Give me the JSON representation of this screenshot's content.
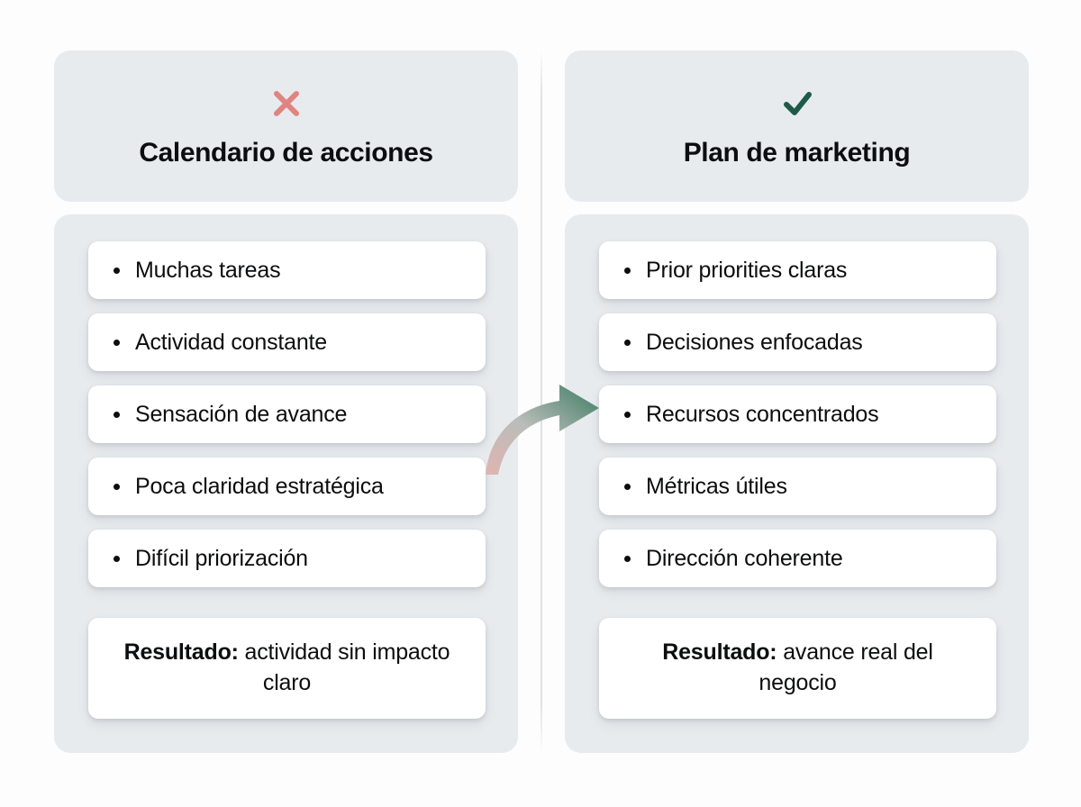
{
  "colors": {
    "page_background": "#fdfdfd",
    "panel_background": "#e7ebee",
    "card_background": "#ffffff",
    "negative_accent": "#e08481",
    "positive_accent": "#1d5b46",
    "divider": "#dee2e6",
    "text": "#0c0d0e"
  },
  "left": {
    "icon": "x-mark-icon",
    "title": "Calendario de acciones",
    "items": [
      {
        "text": "Muchas tareas"
      },
      {
        "text": "Actividad constante"
      },
      {
        "text": "Sensación de avance"
      },
      {
        "text": "Poca claridad estratégica"
      },
      {
        "text": "Difícil priorización"
      }
    ],
    "result": {
      "label": "Resultado:",
      "value": "actividad sin impacto claro"
    }
  },
  "right": {
    "icon": "check-mark-icon",
    "title": "Plan de marketing",
    "items": [
      {
        "text": "Prior priorities claras"
      },
      {
        "text": "Decisiones enfocadas"
      },
      {
        "text": "Recursos concentrados"
      },
      {
        "text": "Métricas útiles"
      },
      {
        "text": "Dirección coherente"
      }
    ],
    "result": {
      "label": "Resultado:",
      "value": "avance real del negocio"
    }
  },
  "arrow": {
    "name": "transition-arrow-icon",
    "from_color": "#e0b4b1",
    "to_color": "#3c7a62"
  }
}
